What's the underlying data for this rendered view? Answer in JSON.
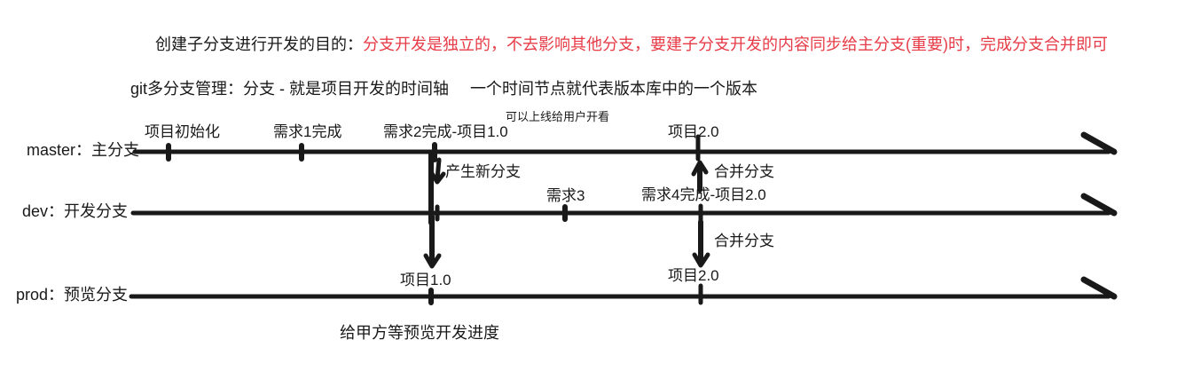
{
  "colors": {
    "ink": "#191919",
    "red_note": "#e73c47"
  },
  "header": {
    "purpose_black": "创建子分支进行开发的目的：",
    "purpose_red": "分支开发是独立的，不去影响其他分支，要建子分支开发的内容同步给主分支(重要)时，完成分支合并即可",
    "git_note_left": "git多分支管理：分支 - 就是项目开发的时间轴",
    "git_note_right": "一个时间节点就代表版本库中的一个版本"
  },
  "timeline": {
    "master": {
      "name": "master：主分支",
      "milestones": [
        "项目初始化",
        "需求1完成",
        "需求2完成-项目1.0",
        "项目2.0"
      ],
      "note_above": "可以上线给用户开看"
    },
    "dev": {
      "name": "dev：开发分支",
      "milestones": [
        "需求3",
        "需求4完成-项目2.0"
      ]
    },
    "prod": {
      "name": "prod：预览分支",
      "milestones": [
        "项目1.0",
        "项目2.0"
      ],
      "note_below": "给甲方等预览开发进度"
    },
    "arrows": {
      "create_branch": "产生新分支",
      "merge_to_master": "合并分支",
      "merge_to_prod": "合并分支"
    }
  }
}
